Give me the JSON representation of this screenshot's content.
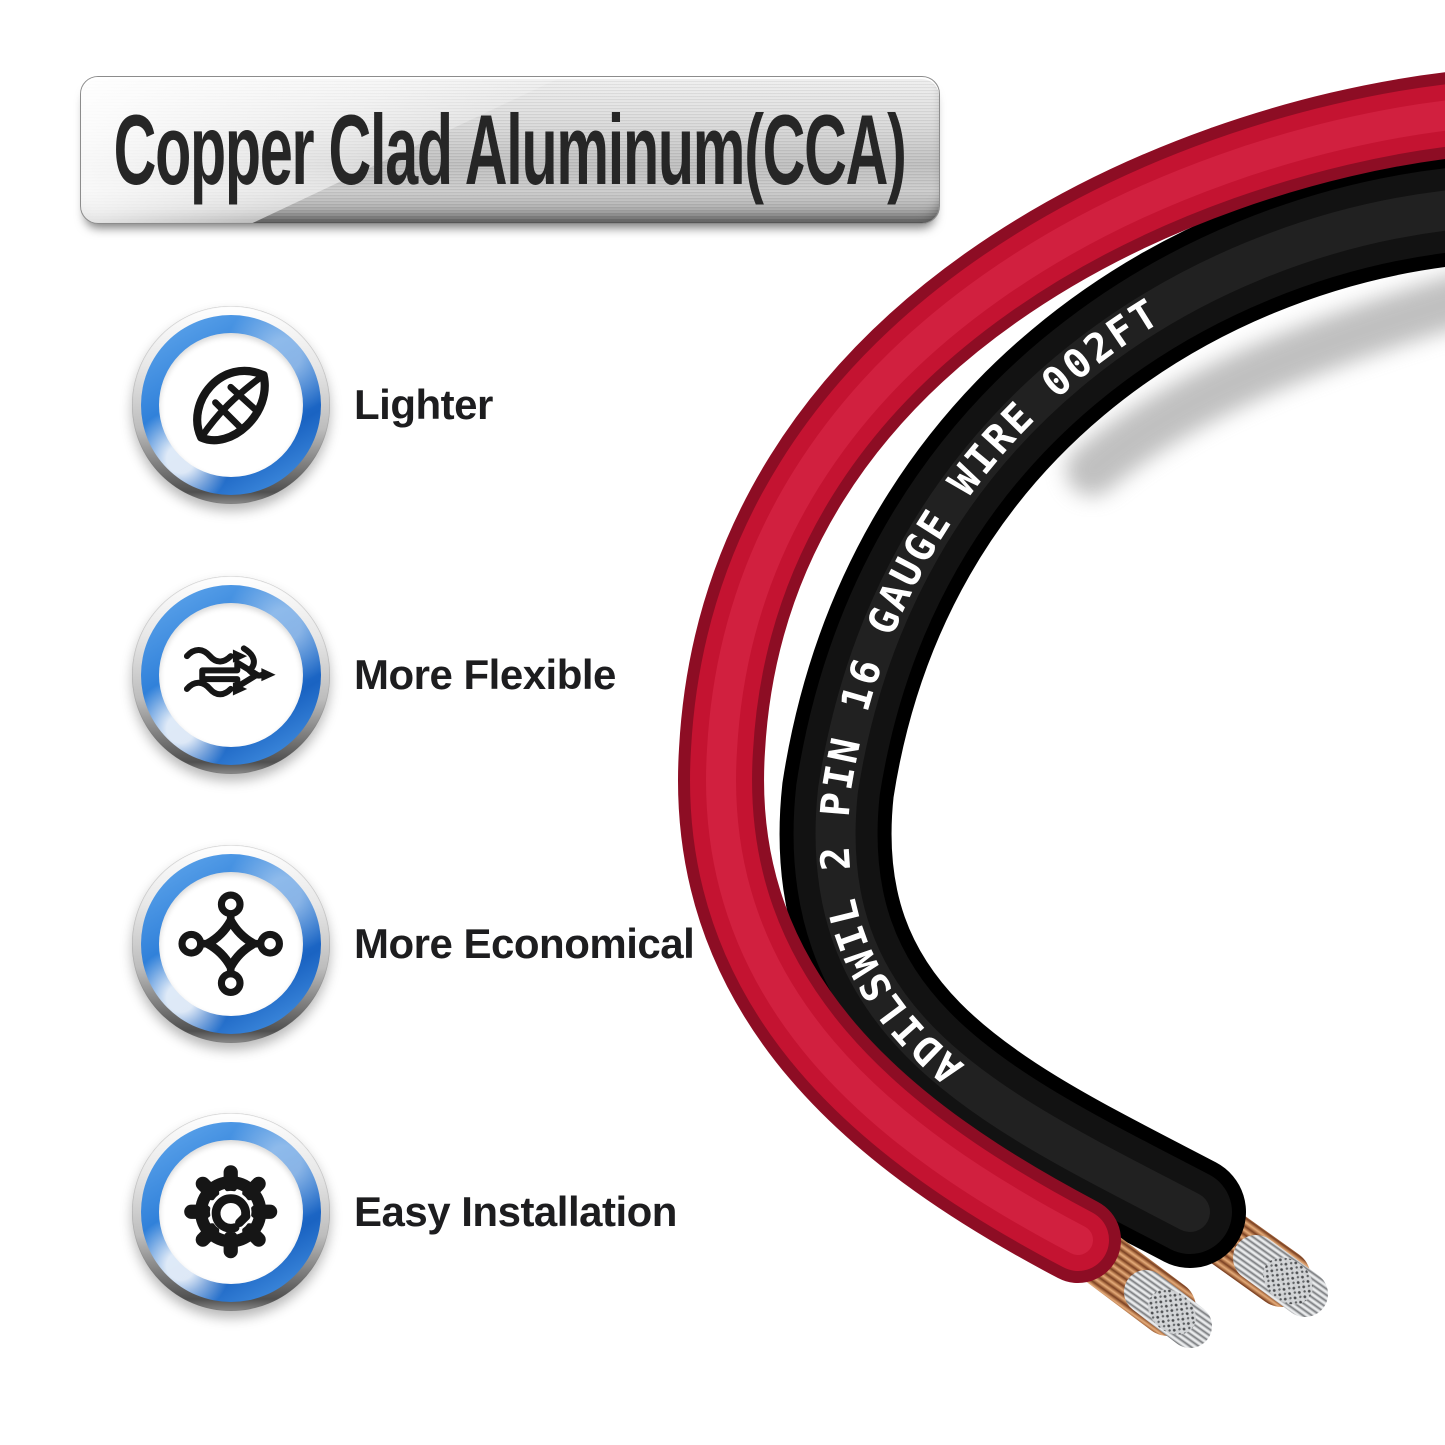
{
  "banner": {
    "title": "Copper Clad Aluminum(CCA)"
  },
  "features": [
    {
      "label": "Lighter",
      "icon": "leaf-icon"
    },
    {
      "label": "More Flexible",
      "icon": "flex-arrows-icon"
    },
    {
      "label": "More Economical",
      "icon": "node-network-icon"
    },
    {
      "label": "Easy Installation",
      "icon": "gear-rotate-icon"
    }
  ],
  "wires": {
    "print_label": "ADILSWIL 2 PIN 16 GAUGE WIRE 002FT",
    "print_color": "#ffffff",
    "red_color": "#c41331",
    "black_color": "#121212",
    "copper_color": "#b5764a",
    "aluminum_color": "#d7d9db"
  },
  "accent": {
    "ring_blue": "#2b82e0",
    "chrome": "#c6c6c6",
    "banner_text": "#262626"
  }
}
